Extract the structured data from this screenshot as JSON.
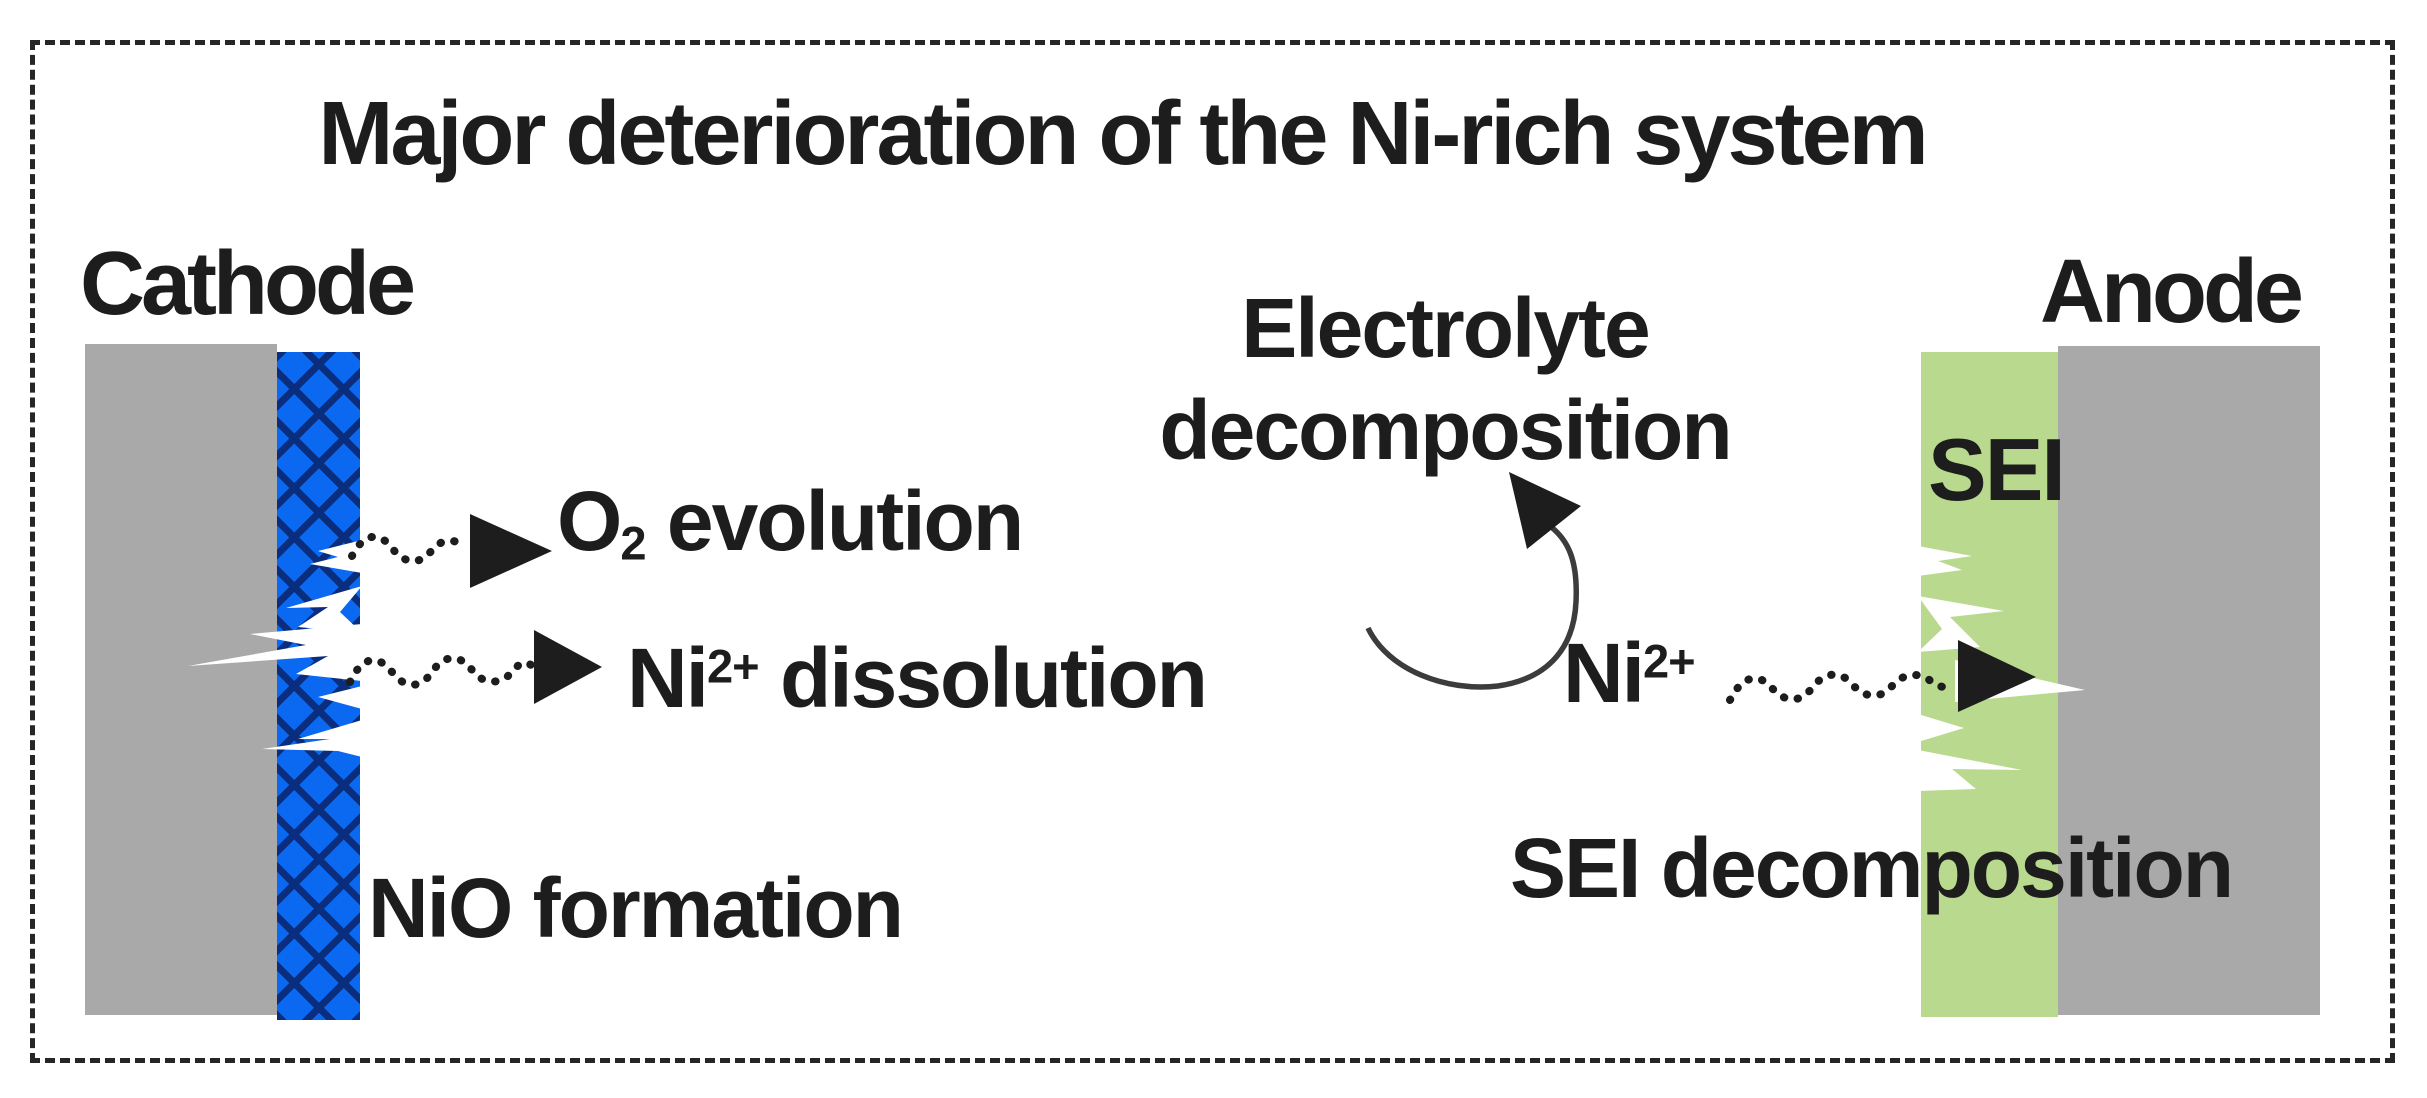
{
  "title": "Major deterioration of the Ni-rich system",
  "electrodes": {
    "cathode": {
      "label": "Cathode",
      "nio_formation": "NiO formation"
    },
    "anode": {
      "label": "Anode",
      "sei_label": "SEI",
      "sei_decomposition": "SEI decomposition"
    }
  },
  "reactions": {
    "o2_evolution": {
      "element": "O",
      "subscript": "2",
      "text": " evolution"
    },
    "ni_dissolution": {
      "ion": "Ni",
      "charge": "2+",
      "text": " dissolution"
    },
    "electrolyte_decomposition": {
      "line1": "Electrolyte",
      "line2": "decomposition"
    },
    "migrating_ion": {
      "ion": "Ni",
      "charge": "2+"
    }
  },
  "colors": {
    "background": "#ffffff",
    "ink": "#1d1d1d",
    "arrow_ink": "#1d1d1d",
    "electrode_gray": "#a9a9a9",
    "coating_blue": "#0a69f0",
    "coating_hatch": "#0a2d7d",
    "sei_green": "#b9d98e",
    "crack_white": "#ffffff",
    "curve_stroke": "#3c3c3c",
    "border_dash": "#262626"
  }
}
